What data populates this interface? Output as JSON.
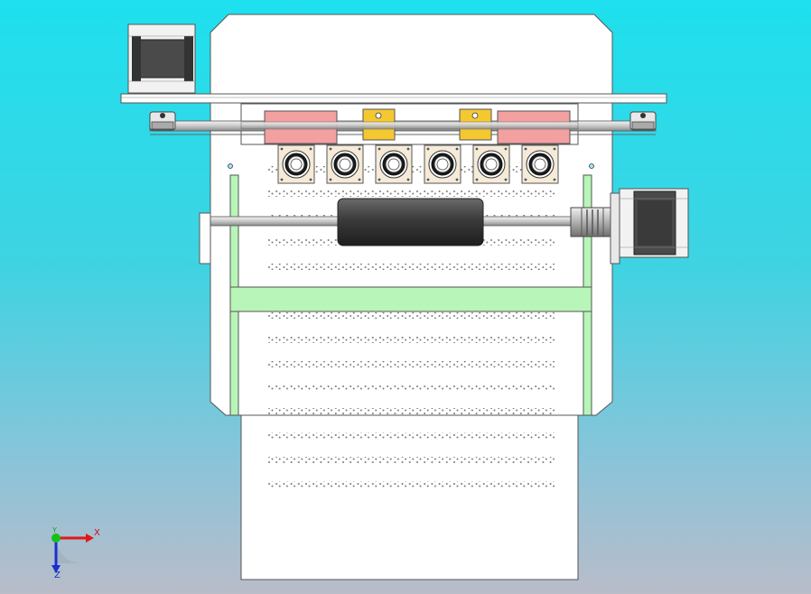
{
  "view": {
    "background_top": "#1ee0ee",
    "background_bottom": "#b9bcc9"
  },
  "triad": {
    "x_label": "X",
    "y_label": "Y",
    "z_label": "Z",
    "x_color": "#e01818",
    "y_color": "#18c018",
    "z_color": "#1830d0"
  },
  "model": {
    "plate_color": "#ffffff",
    "edge_color": "#555555",
    "green_rail_color": "#b8f5b8",
    "pink_block_color": "#f2a0a0",
    "yellow_block_color": "#f5c832",
    "roller_color": "#3c3c3c",
    "motor_color": "#4a4a4a",
    "motor_count": 2,
    "bearing_count": 6,
    "perforation_rows": 13
  }
}
